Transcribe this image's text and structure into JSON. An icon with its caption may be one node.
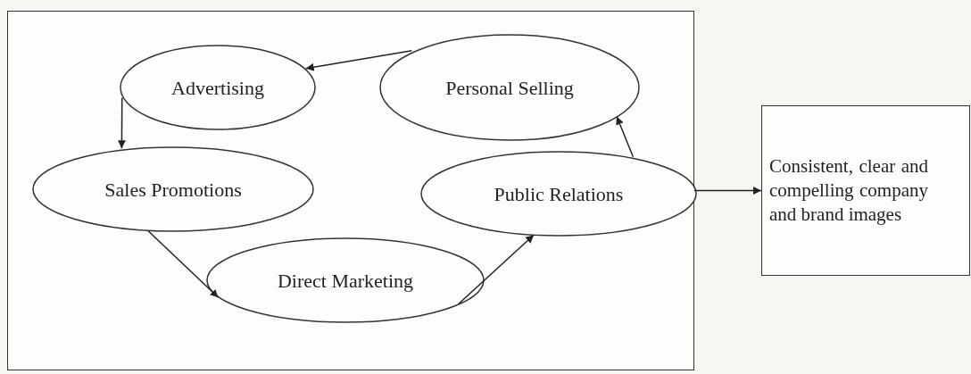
{
  "diagram": {
    "nodes": [
      {
        "text": [],
        "shape": "box"
      },
      {
        "text": [
          "Advertising"
        ],
        "in": 0
      },
      {
        "text": [
          "Personal Selling"
        ],
        "in": 0
      },
      {
        "text": [
          "Sales Promotions"
        ],
        "in": 0
      },
      {
        "text": [
          "Public Relations"
        ],
        "in": 0
      },
      {
        "text": [
          "Direct Marketing"
        ],
        "in": 0
      },
      {
        "text": [
          "Consistent, clear and compelling company and brand images"
        ]
      }
    ],
    "edges": [
      {
        "from": 2,
        "to": 1,
        "arrow": "to"
      },
      {
        "from": 1,
        "to": 3,
        "arrow": "to"
      },
      {
        "from": 3,
        "to": 5,
        "arrow": "to"
      },
      {
        "from": 5,
        "to": 4,
        "arrow": "to"
      },
      {
        "from": 4,
        "to": 2,
        "arrow": "to"
      },
      {
        "from": 0,
        "to": 6,
        "arrow": "to"
      }
    ]
  }
}
